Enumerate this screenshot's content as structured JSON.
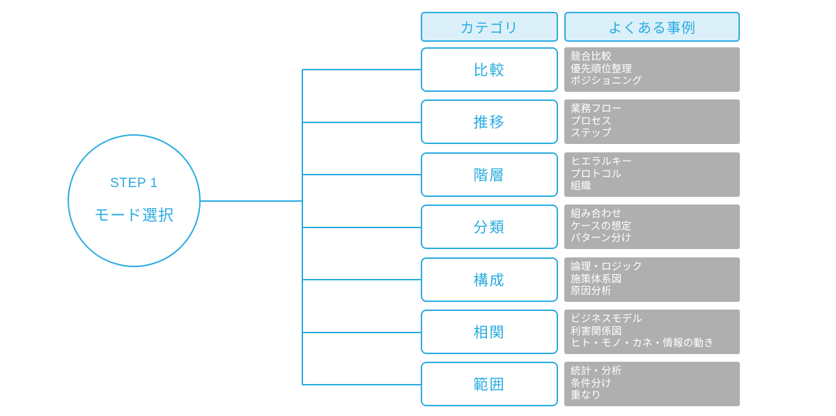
{
  "diagram": {
    "title_node": {
      "step_label": "STEP 1",
      "step_sub": "モード選択"
    },
    "headers": {
      "category": "カテゴリ",
      "examples": "よくある事例"
    },
    "colors": {
      "accent_blue": "#29ABE2",
      "header_fill": "#DCF0FA",
      "example_fill": "#AFAFAF",
      "example_text": "#FFFFFF",
      "page_background": "#FFFFFF"
    },
    "rows": [
      {
        "category": "比較",
        "examples": [
          "競合比較",
          "優先順位整理",
          "ポジショニング"
        ]
      },
      {
        "category": "推移",
        "examples": [
          "業務フロー",
          "プロセス",
          "ステップ"
        ]
      },
      {
        "category": "階層",
        "examples": [
          "ヒエラルキー",
          "プロトコル",
          "組織"
        ]
      },
      {
        "category": "分類",
        "examples": [
          "組み合わせ",
          "ケースの想定",
          "パターン分け"
        ]
      },
      {
        "category": "構成",
        "examples": [
          "論理・ロジック",
          "施策体系図",
          "原因分析"
        ]
      },
      {
        "category": "相関",
        "examples": [
          "ビジネスモデル",
          "利害関係図",
          "ヒト・モノ・カネ・情報の動き"
        ]
      },
      {
        "category": "範囲",
        "examples": [
          "統計・分析",
          "条件分け",
          "重なり"
        ]
      }
    ]
  }
}
